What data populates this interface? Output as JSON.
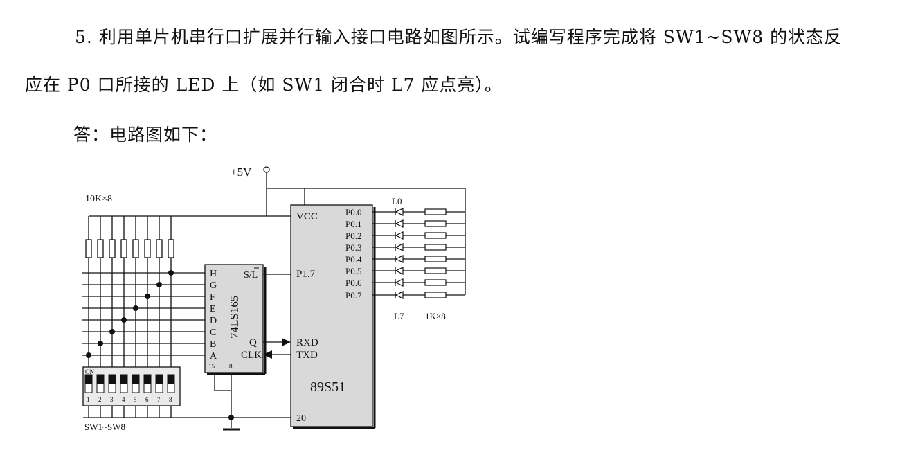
{
  "question": {
    "line1": "5. 利用单片机串行口扩展并行输入接口电路如图所示。试编写程序完成将 SW1~SW8 的状态反",
    "line2": "应在 P0 口所接的 LED 上（如 SW1 闭合时 L7 应点亮）。"
  },
  "answer": {
    "intro": "答：电路图如下："
  },
  "circuit": {
    "vcc_supply": "+5V",
    "pullup_resistors": "10K×8",
    "shift_register": {
      "name": "74LS165",
      "inputs": [
        "H",
        "G",
        "F",
        "E",
        "D",
        "C",
        "B",
        "A"
      ],
      "sl": "S/L",
      "q": "Q",
      "clk": "CLK",
      "pin15": "15",
      "pin8": "8"
    },
    "mcu": {
      "name": "89S51",
      "vcc": "VCC",
      "p17": "P1.7",
      "rxd": "RXD",
      "txd": "TXD",
      "gnd_pin": "20",
      "port_pins": [
        "P0.0",
        "P0.1",
        "P0.2",
        "P0.3",
        "P0.4",
        "P0.5",
        "P0.6",
        "P0.7"
      ]
    },
    "led_top": "L0",
    "led_bottom": "L7",
    "led_resistors": "1K×8",
    "dip_switch": {
      "on_label": "ON",
      "numbers": [
        "1",
        "2",
        "3",
        "4",
        "5",
        "6",
        "7",
        "8"
      ],
      "label": "SW1~SW8"
    }
  }
}
